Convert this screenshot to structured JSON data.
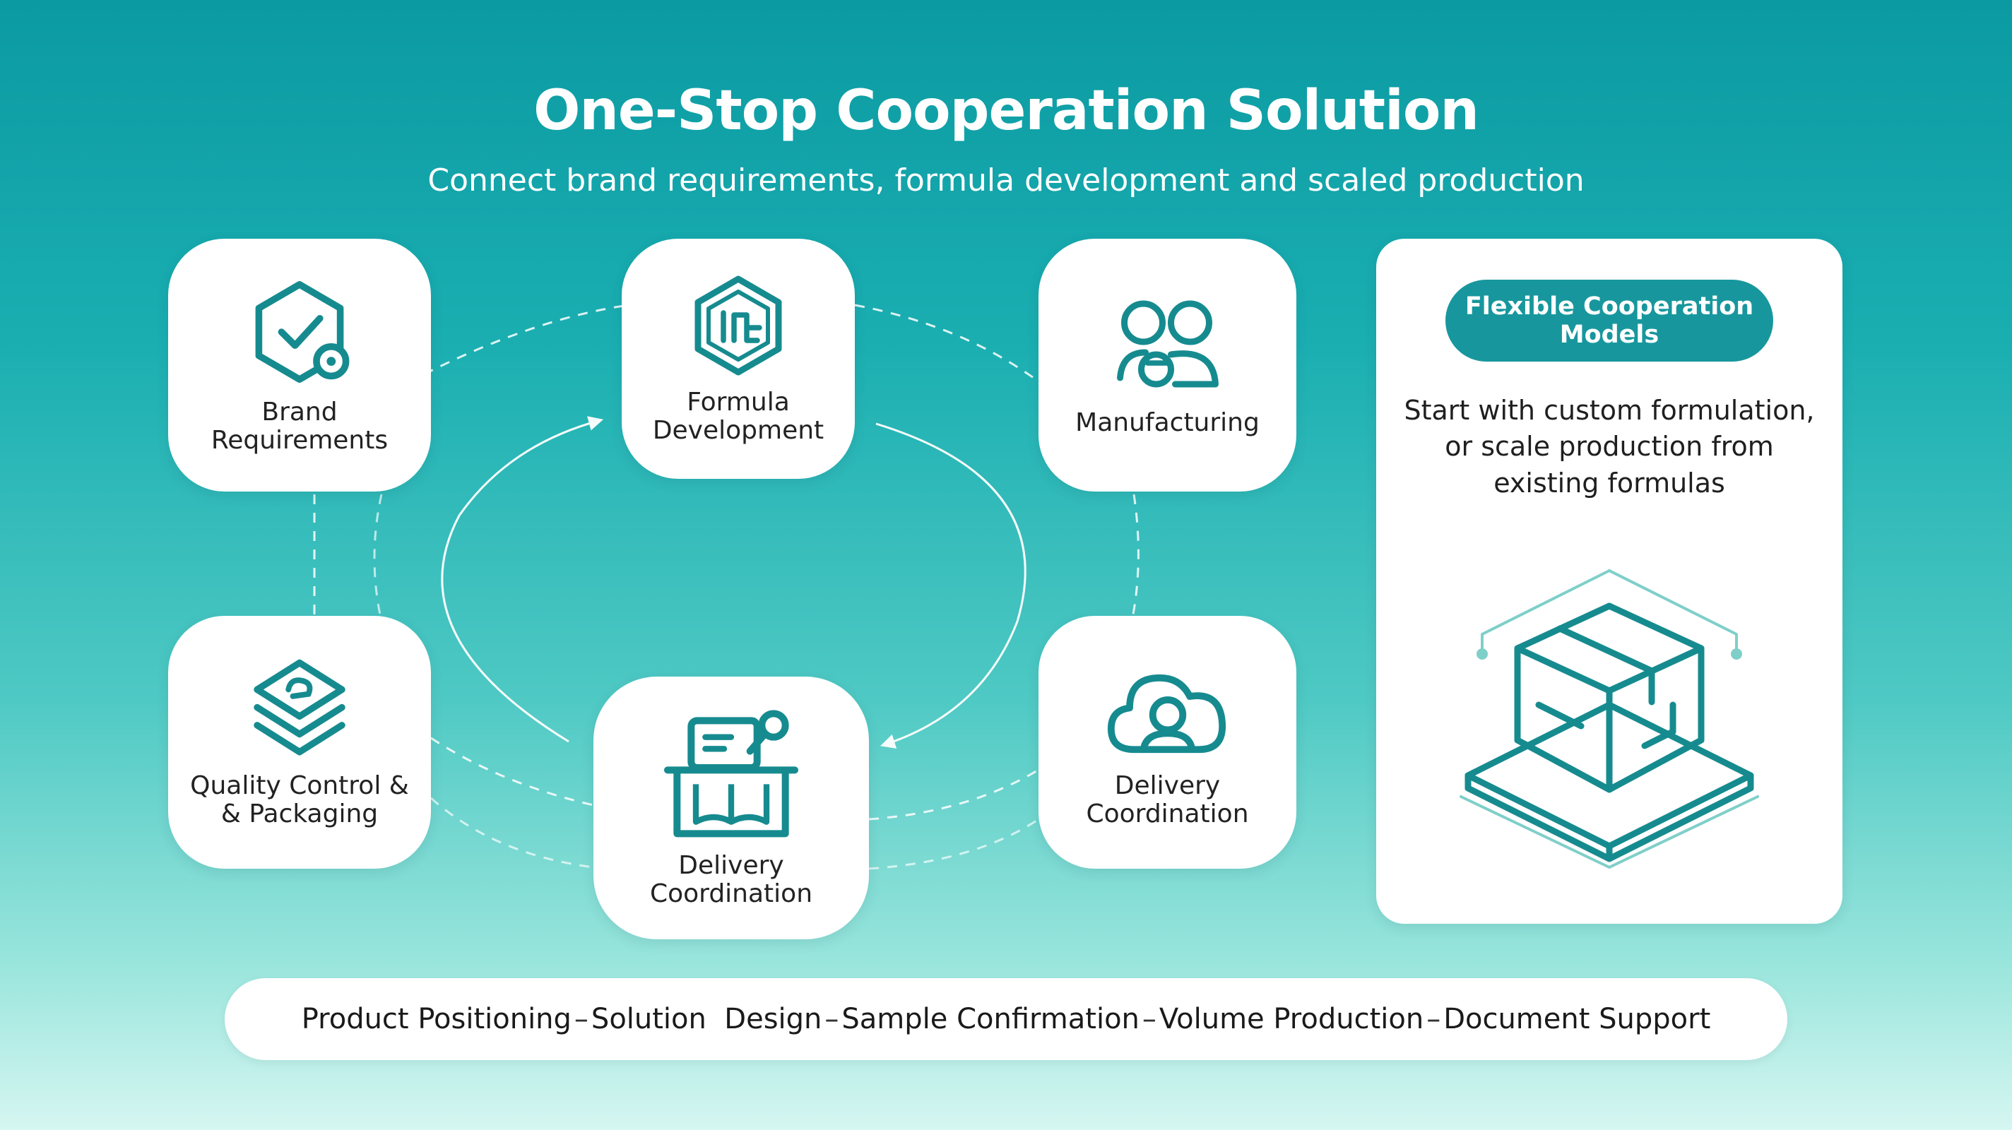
{
  "header": {
    "title": "One-Stop Cooperation Solution",
    "subtitle": "Connect brand requirements, formula development and scaled production"
  },
  "nodes": {
    "brand": {
      "label": "Brand Requirements",
      "icon": "hexagon-check-icon"
    },
    "formula": {
      "label": "Formula Development",
      "icon": "hexagon-formula-icon"
    },
    "manufacturing": {
      "label": "Manufacturing",
      "icon": "team-icon"
    },
    "quality": {
      "label": "Quality Control & & Packaging",
      "icon": "layers-icon"
    },
    "delivery_center": {
      "label": "Delivery Coordination",
      "icon": "desk-search-icon"
    },
    "delivery_right": {
      "label": "Delivery Coordination",
      "icon": "cloud-user-icon"
    }
  },
  "side_panel": {
    "badge": "Flexible Cooperation Models",
    "description": "Start with custom formulation, or scale production from existing formulas",
    "illustration": "package-box-icon"
  },
  "process_steps": [
    "Product Positioning",
    "Solution  Design",
    "Sample Confirmation",
    "Volume Production",
    "Document Support"
  ],
  "colors": {
    "accent": "#17979d",
    "icon_stroke": "#168b8f",
    "background_top": "#0b9aa2",
    "background_bottom": "#d6f6f1",
    "card": "#ffffff"
  }
}
